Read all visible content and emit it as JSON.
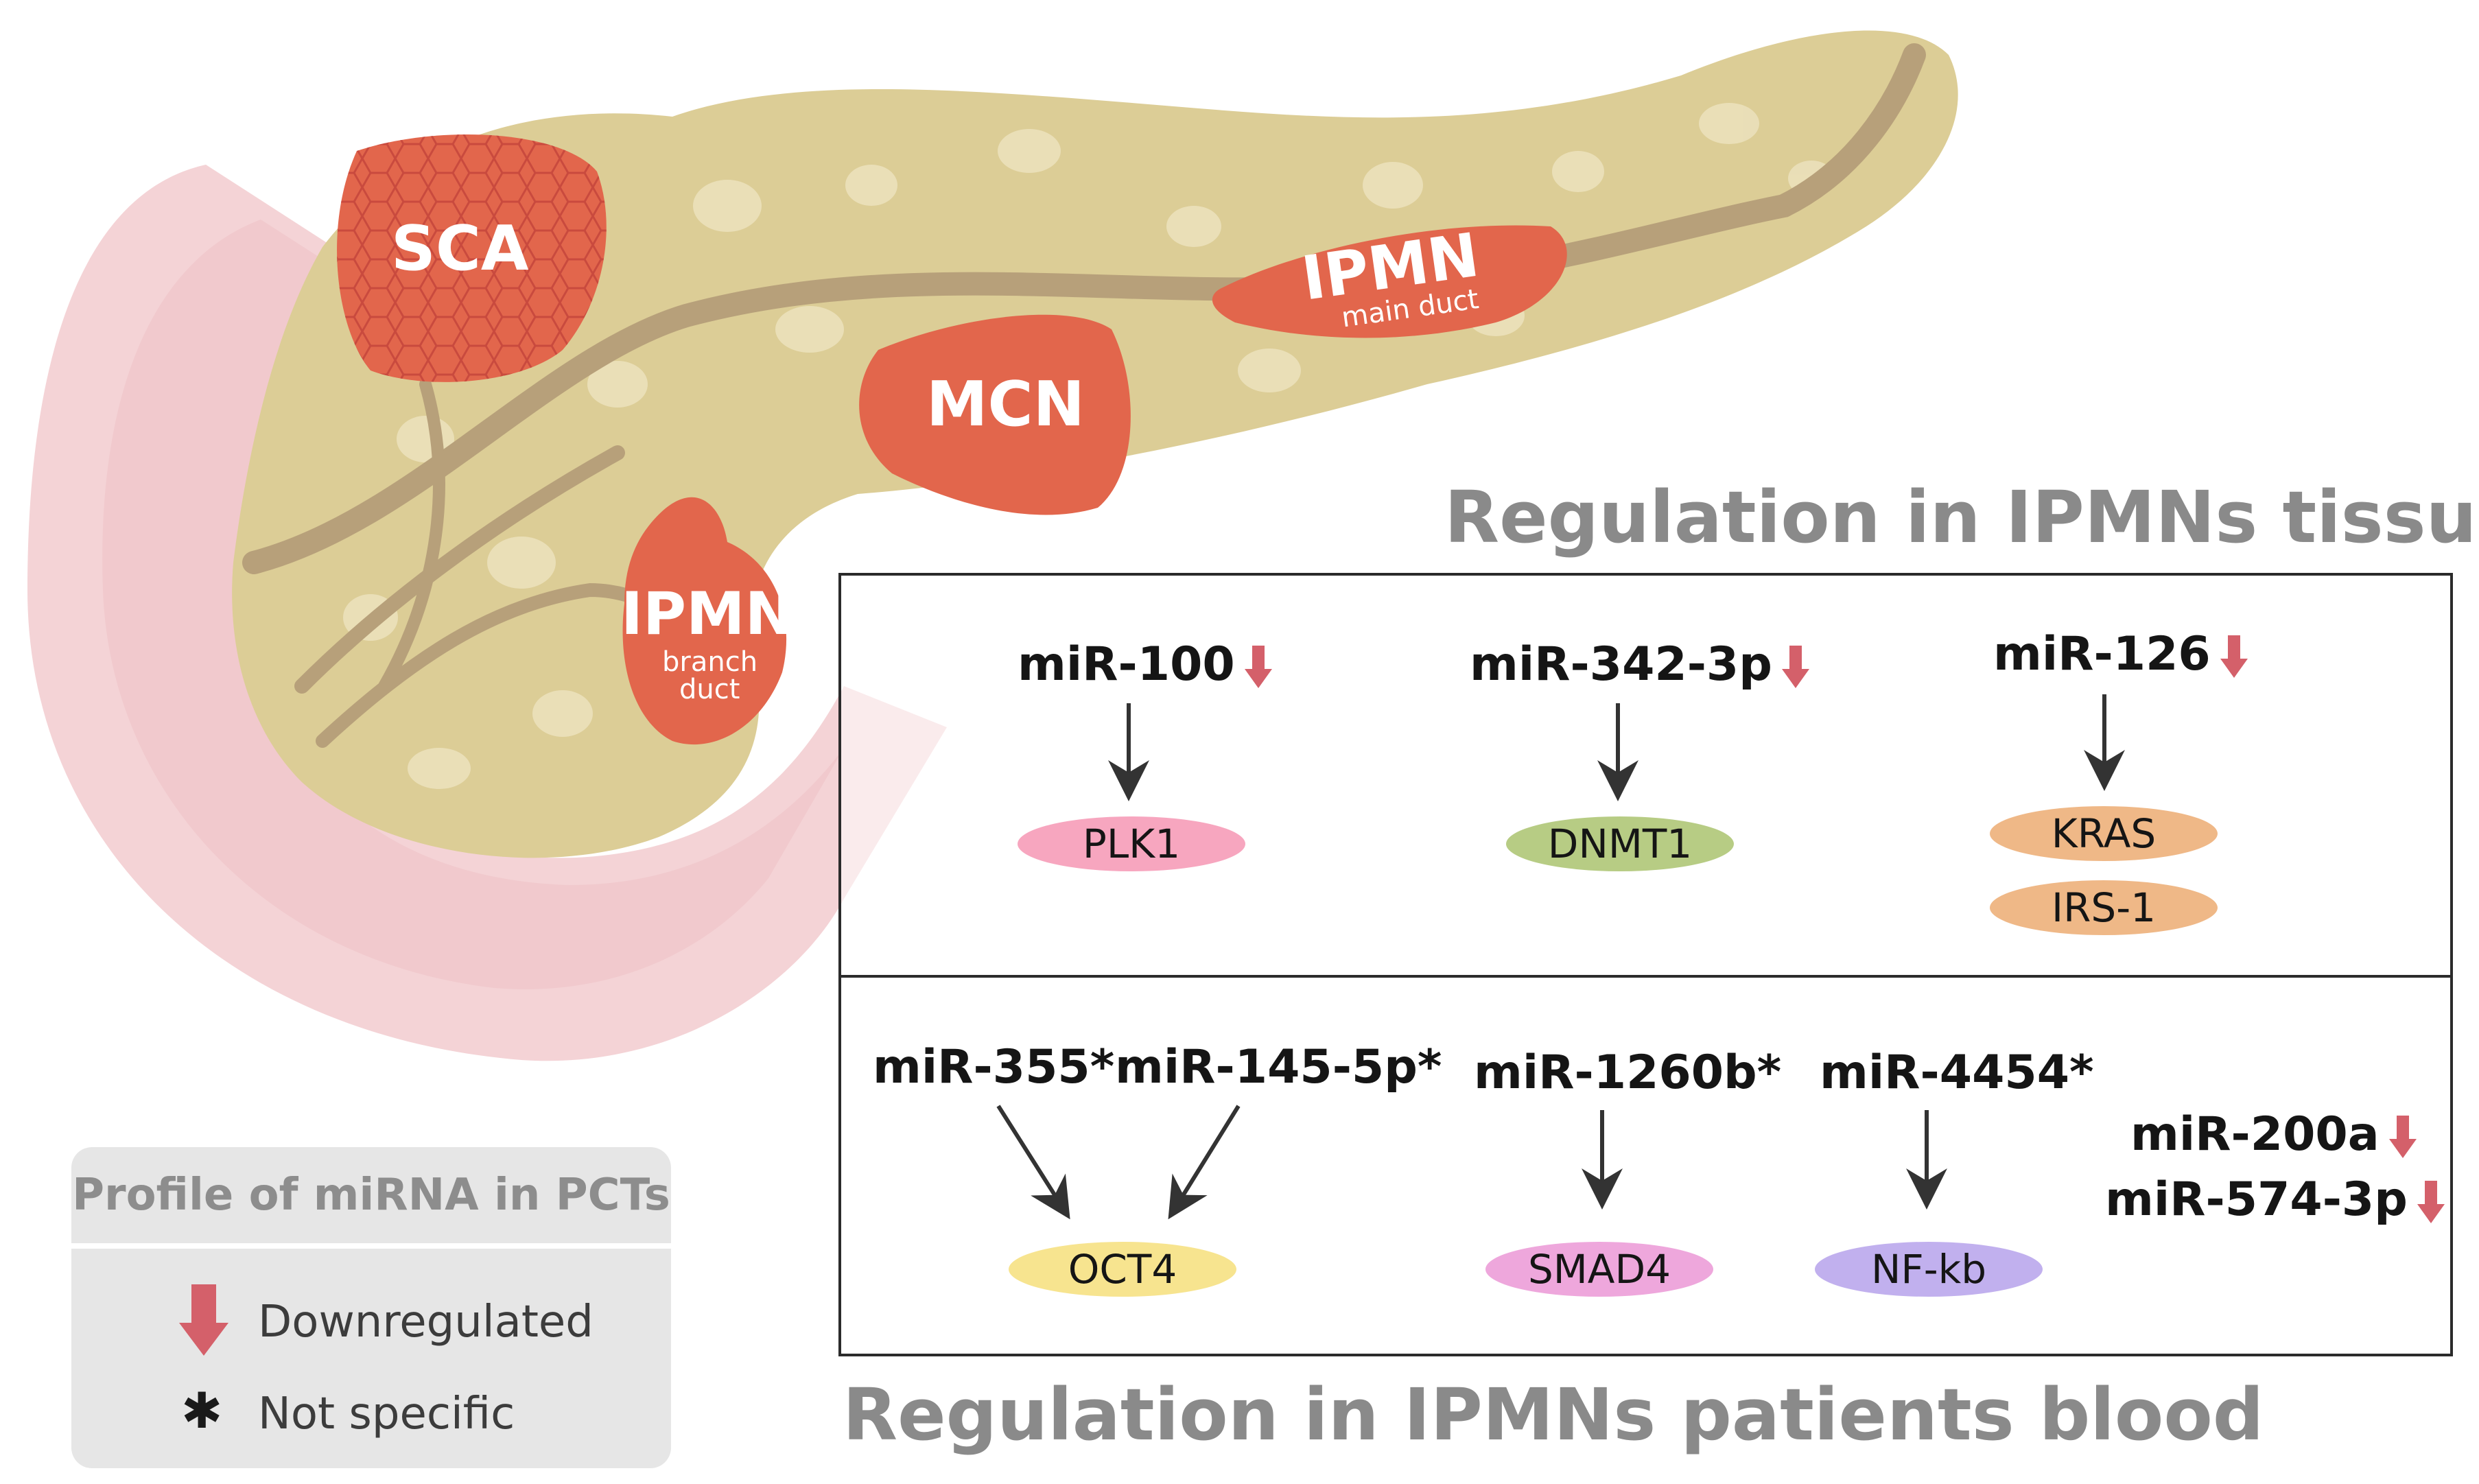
{
  "organ_labels": {
    "sca": "SCA",
    "mcn": "MCN",
    "ipmn_main": "IPMN",
    "ipmn_main_sub": "main duct",
    "ipmn_branch": "IPMN",
    "ipmn_branch_sub1": "branch",
    "ipmn_branch_sub2": "duct"
  },
  "tissue_panel": {
    "title": "Regulation in IPMNs tissue",
    "pathways": [
      {
        "mirna": "miR-100",
        "regulation": "down",
        "targets": [
          "PLK1"
        ]
      },
      {
        "mirna": "miR-342-3p",
        "regulation": "down",
        "targets": [
          "DNMT1"
        ]
      },
      {
        "mirna": "miR-126",
        "regulation": "down",
        "targets": [
          "KRAS",
          "IRS-1"
        ]
      }
    ]
  },
  "blood_panel": {
    "title": "Regulation in IPMNs patients blood",
    "mir_355": "miR-355*",
    "mir_145": "miR-145-5p*",
    "target_oct4": "OCT4",
    "mir_1260b": "miR-1260b*",
    "target_smad4": "SMAD4",
    "mir_4454": "miR-4454*",
    "target_nfkb": "NF-kb",
    "mir_200a": "miR-200a",
    "mir_574": "miR-574-3p"
  },
  "legend": {
    "title": "Profile of miRNA in PCTs",
    "down_label": "Downregulated",
    "asterisk_symbol": "✱",
    "not_specific_label": "Not specific"
  },
  "colors": {
    "pancreas": "#dccd96",
    "duct": "#b7a07a",
    "tumor": "#e2664c",
    "duodenum": "#f4d3d6",
    "down_arrow": "#d4606a",
    "target_plk1": "#f7a6bf",
    "target_dnmt1": "#b7cc84",
    "target_kras": "#efb887",
    "target_oct4": "#f7e48f",
    "target_smad4": "#eea7dc",
    "target_nfkb": "#c1b0ee"
  }
}
